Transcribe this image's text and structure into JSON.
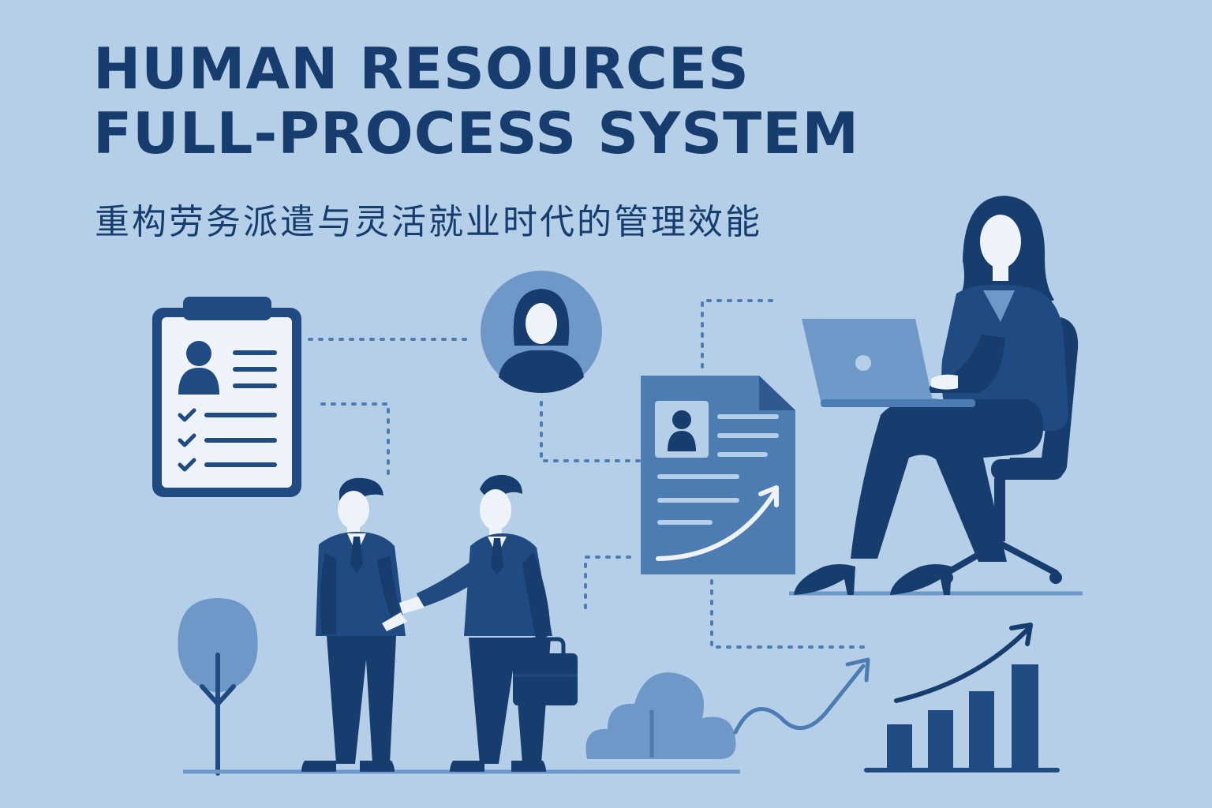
{
  "header": {
    "title_line1": "HUMAN RESOURCES",
    "title_line2": "FULL-PROCESS SYSTEM",
    "subtitle": "重构劳务派遣与灵活就业时代的管理效能"
  },
  "colors": {
    "background": "#b4cfe7",
    "navy": "#173d6e",
    "dark_blue": "#1f4a82",
    "mid_blue": "#4d7cb3",
    "light_blue": "#6e98c8",
    "pale": "#eef3f9"
  },
  "icons": [
    "clipboard-checklist-icon",
    "user-avatar-icon",
    "resume-document-icon",
    "laptop-icon",
    "briefcase-icon",
    "bar-chart-growth-icon",
    "trend-arrow-icon",
    "tree-icon",
    "bush-icon"
  ]
}
